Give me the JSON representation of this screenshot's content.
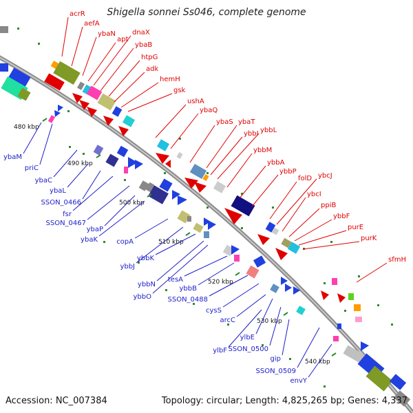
{
  "title": "Shigella sonnei Ss046, complete genome",
  "footer": {
    "accession": "Accession: NC_007384",
    "topology": "Topology: circular; Length: 4,825,265 bp; Genes: 4,337"
  },
  "colors": {
    "backbone": "#8c8c8c",
    "forward_label": "#e00000",
    "reverse_label": "#1c1cc8",
    "tick": "#2e8b2e"
  },
  "ticks": [
    "480 kbp",
    "490 kbp",
    "500 kbp",
    "510 kbp",
    "520 kbp",
    "530 kbp",
    "540 kbp"
  ],
  "forward_genes": [
    "acrR",
    "aefA",
    "ybaN",
    "apt",
    "dnaX",
    "ybaB",
    "htpG",
    "adk",
    "hemH",
    "gsk",
    "ushA",
    "ybaQ",
    "ybaS",
    "ybaT",
    "ybbI",
    "ybbL",
    "ybbM",
    "ybbA",
    "ybbP",
    "folD",
    "ybcJ",
    "ybcI",
    "ppiB",
    "ybbF",
    "purE",
    "purK",
    "sfmH"
  ],
  "reverse_genes": [
    "ybaM",
    "priC",
    "ybaC",
    "ybaL",
    "SSON_0466",
    "fsr",
    "SSON_0467",
    "ybaP",
    "ybaK",
    "copA",
    "ybbJ",
    "ybbK",
    "ybbN",
    "ybbO",
    "tesA",
    "ybbB",
    "SSON_0488",
    "cysS",
    "arcC",
    "ylbE",
    "ylbF",
    "SSON_0500",
    "gip",
    "SSON_0509",
    "envY"
  ]
}
